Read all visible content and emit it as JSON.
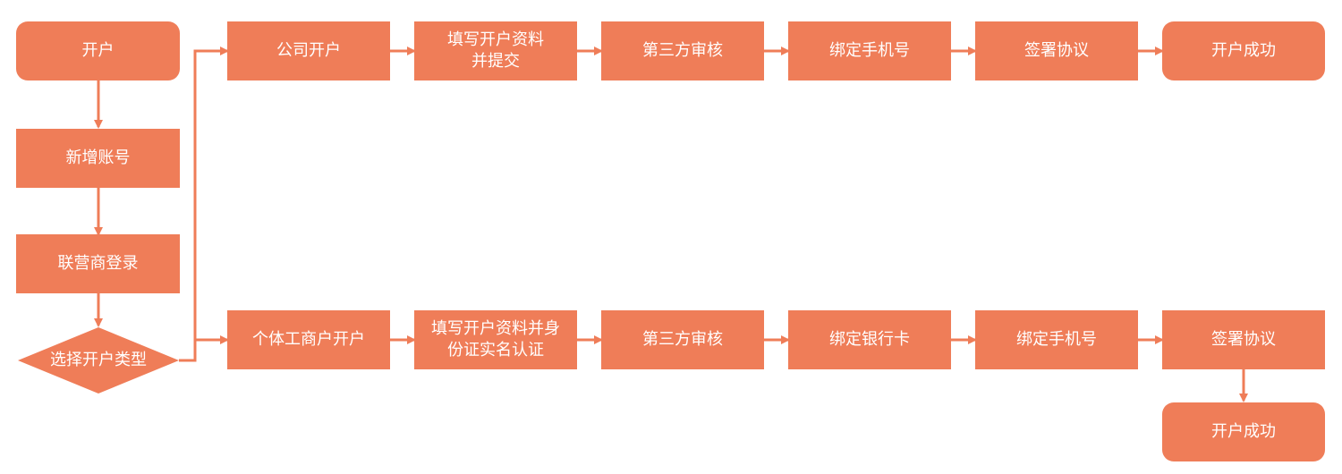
{
  "colors": {
    "node_fill": "#ef7d58",
    "node_text": "#ffffff",
    "connector": "#ef7d58",
    "background": "#ffffff"
  },
  "left_column": {
    "start": "开户",
    "add_account": "新增账号",
    "operator_login": "联营商登录",
    "choose_type": "选择开户类型"
  },
  "company_flow": {
    "company_open": "公司开户",
    "fill_info": "填写开户资料并提交",
    "third_party_review": "第三方审核",
    "bind_phone": "绑定手机号",
    "sign_agreement": "签署协议",
    "success": "开户成功"
  },
  "individual_flow": {
    "individual_open": "个体工商户开户",
    "fill_info": "填写开户资料并身份证实名认证",
    "third_party_review": "第三方审核",
    "bind_bank_card": "绑定银行卡",
    "bind_phone": "绑定手机号",
    "sign_agreement": "签署协议",
    "success": "开户成功"
  }
}
